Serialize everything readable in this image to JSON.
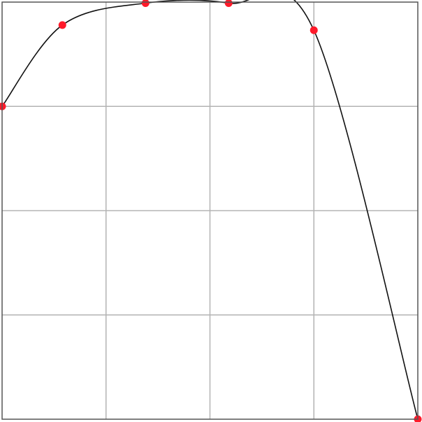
{
  "chart_data": {
    "type": "line",
    "title": "",
    "xlabel": "",
    "ylabel": "",
    "grid": true,
    "xlim": [
      0,
      4
    ],
    "ylim": [
      0,
      4
    ],
    "x": [
      0,
      0.58,
      1.38,
      2.18,
      3.0,
      4.0
    ],
    "series": [
      {
        "values": [
          3.0,
          3.78,
          3.99,
          3.99,
          3.73,
          0.0
        ]
      }
    ],
    "colors": {
      "line": "#111111",
      "points": "#ff1a2a",
      "grid": "#b3b3b3",
      "frame": "#555555"
    }
  }
}
